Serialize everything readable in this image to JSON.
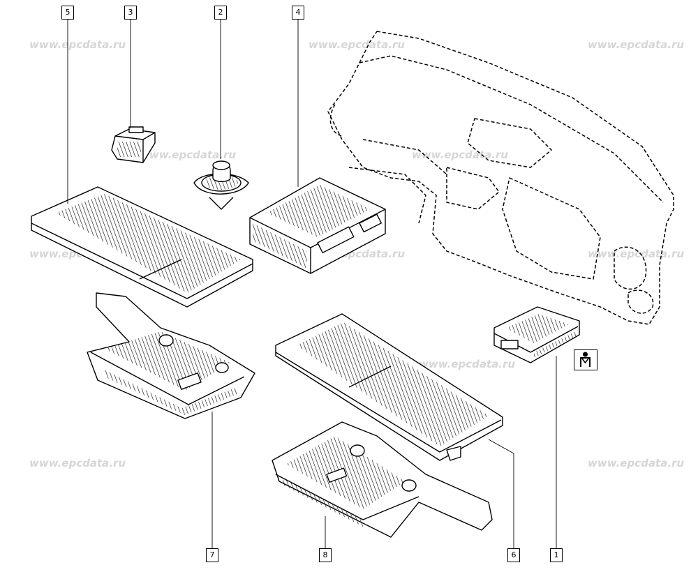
{
  "watermark": "www.epcdata.ru",
  "callouts": [
    "1",
    "2",
    "3",
    "4",
    "5",
    "6",
    "7",
    "8"
  ],
  "icons": {
    "seat": "seat-occupancy-icon"
  }
}
